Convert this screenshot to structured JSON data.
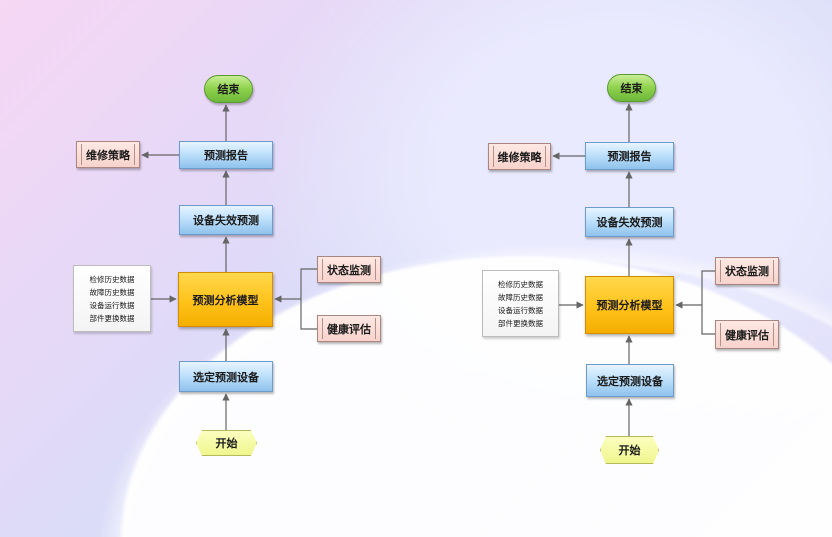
{
  "diagrams": [
    {
      "end": "结束",
      "prediction_report": "预测报告",
      "maintenance_strategy": "维修策略",
      "equipment_failure_prediction": "设备失效预测",
      "prediction_analysis_model": "预测分析模型",
      "data_inputs": [
        "检修历史数据",
        "故障历史数据",
        "设备运行数据",
        "部件更换数据"
      ],
      "status_monitoring": "状态监测",
      "health_assessment": "健康评估",
      "select_prediction_equipment": "选定预测设备",
      "start": "开始"
    },
    {
      "end": "结束",
      "prediction_report": "预测报告",
      "maintenance_strategy": "维修策略",
      "equipment_failure_prediction": "设备失效预测",
      "prediction_analysis_model": "预测分析模型",
      "data_inputs": [
        "检修历史数据",
        "故障历史数据",
        "设备运行数据",
        "部件更换数据"
      ],
      "status_monitoring": "状态监测",
      "health_assessment": "健康评估",
      "select_prediction_equipment": "选定预测设备",
      "start": "开始"
    }
  ],
  "colors": {
    "arrow": "#666666",
    "end_node": "#8fd24d",
    "process_box": "#bfe1fb",
    "model_box": "#ffc21a",
    "strategy_box": "#f8d3cd",
    "data_box": "#ffffff",
    "start_node": "#f0f58d"
  }
}
